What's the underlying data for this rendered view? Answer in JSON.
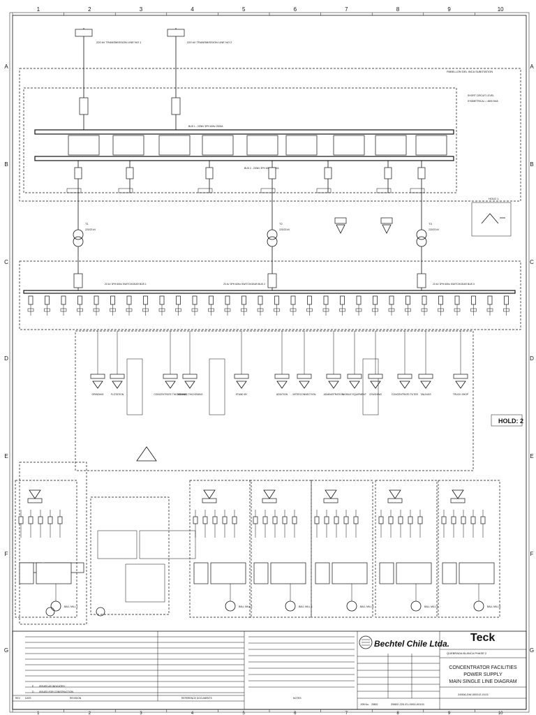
{
  "grid": {
    "columns": [
      "1",
      "2",
      "3",
      "4",
      "5",
      "6",
      "7",
      "8",
      "9",
      "10"
    ],
    "rows": [
      "A",
      "B",
      "C",
      "D",
      "E",
      "F",
      "G"
    ]
  },
  "header_notes": {
    "left_line": "220 kV TRANSMISSION LINE NO 1",
    "right_line": "220 kV TRANSMISSION LINE NO 2",
    "substation": "PABELLON DEL INCA SUBSTATION",
    "short_circuit": "SHORT CIRCUIT LEVEL",
    "short_circuit_val": "SYMMETRICAL = 4800 MVA",
    "hold_1": "HOLD 1",
    "hold_2": "HOLD: 2"
  },
  "buses": {
    "bus_1": "BUS 1 - 220kV 3PH 60Hz 2000A",
    "bus_2": "BUS 2 - 220kV 3PH 60Hz 2000A",
    "mv_bus_1": "23 kV 3PH 60Hz SWITCHGEAR BUS 1",
    "mv_bus_2": "23 kV 3PH 60Hz SWITCHGEAR BUS 2",
    "mv_bus_3": "23 kV 3PH 60Hz SWITCHGEAR BUS 3"
  },
  "transformers": {
    "t1": "T1",
    "t2": "T2",
    "t3": "T3",
    "t1_note": "220/23 kV",
    "t2_note": "220/23 kV",
    "t3_note": "220/23 kV"
  },
  "feeders": [
    "GRINDING",
    "FLOTATION",
    "CONCENTRATE THICKENING",
    "TAILINGS THICKENING",
    "STAND BY",
    "ADDITION",
    "INTERCONNECTION",
    "ADMINISTRATION",
    "MOBILE EQUIPMENT",
    "CRUSHING",
    "CONCENTRATE FILTER",
    "TAILINGS",
    "TRUCK SHOP"
  ],
  "drive_groups": [
    "SAG MILL",
    "BALL MILL 1",
    "BALL MILL 2",
    "BALL MILL 3",
    "BALL MILL 4",
    "BALL MILL 5",
    "BALL MILL 6"
  ],
  "revisions": [
    {
      "rev": "E",
      "desc": "ISSUED AS INDICATED"
    },
    {
      "rev": "D",
      "desc": "ISSUED FOR CONSTRUCTION"
    }
  ],
  "revision_header": {
    "rev": "REV",
    "date": "DATE",
    "desc": "REVISION"
  },
  "references_header": "REFERENCE DOCUMENTS",
  "notes_header": "NOTES",
  "title_block": {
    "company": "Bechtel Chile Ltda.",
    "client": "Teck",
    "project": "QUEBRADA BLANCA PHASE 2",
    "title_1": "CONCENTRATOR FACILITIES",
    "title_2": "POWER SUPPLY",
    "title_3": "MAIN SINGLE LINE DIAGRAM",
    "job_no_label": "JOB No.",
    "job_no": "25802",
    "drawing_no": "25802-220-E1-0000-00101",
    "client_drawing_no": "2450A-DW-0000-E-0101"
  }
}
